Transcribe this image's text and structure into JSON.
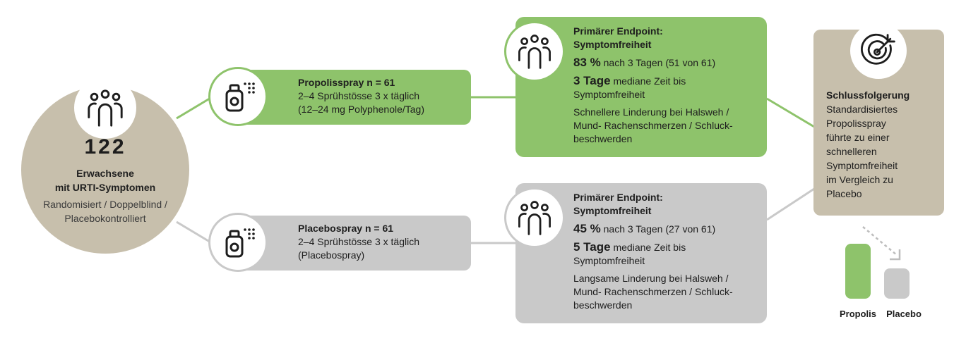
{
  "population": {
    "count": "122",
    "title_line1": "Erwachsene",
    "title_line2": "mit URTI-Symptomen",
    "design_line1": "Randomisiert / Doppelblind /",
    "design_line2": "Placebokontrolliert"
  },
  "arms": [
    {
      "title": "Propolisspray n = 61",
      "line1": "2–4 Sprühstösse 3 x täglich",
      "line2": "(12–24 mg Polyphenole/Tag)",
      "color": "#8ec36b"
    },
    {
      "title": "Placebospray n = 61",
      "line1": "2–4 Sprühstösse 3 x täglich",
      "line2": "(Placebospray)",
      "color": "#c9c9c9"
    }
  ],
  "endpoints": [
    {
      "heading_line1": "Primärer Endpoint:",
      "heading_line2": "Symptomfreiheit",
      "stat1_value": "83 %",
      "stat1_text": "nach 3 Tagen (51 von 61)",
      "stat2_value": "3 Tage",
      "stat2_text": "mediane Zeit bis",
      "stat2_text_line2": "Symptomfreiheit",
      "desc_line1": "Schnellere Linderung bei Halsweh /",
      "desc_line2": "Mund- Rachenschmerzen / Schluck-",
      "desc_line3": "beschwerden"
    },
    {
      "heading_line1": "Primärer Endpoint:",
      "heading_line2": "Symptomfreiheit",
      "stat1_value": "45 %",
      "stat1_text": "nach 3 Tagen (27 von 61)",
      "stat2_value": "5 Tage",
      "stat2_text": "mediane Zeit bis",
      "stat2_text_line2": "Symptomfreiheit",
      "desc_line1": "Langsame Linderung bei Halsweh /",
      "desc_line2": "Mund- Rachenschmerzen / Schluck-",
      "desc_line3": "beschwerden"
    }
  ],
  "conclusion": {
    "heading": "Schlussfolgerung",
    "lines": [
      "Standardisiertes",
      "Propolisspray",
      "führte zu einer",
      "schnelleren",
      "Symptomfreiheit",
      "im Vergleich zu",
      "Placebo"
    ]
  },
  "legend": {
    "propolis_label": "Propolis",
    "placebo_label": "Placebo",
    "propolis_color": "#8ec36b",
    "placebo_color": "#c9c9c9"
  },
  "icons": {
    "group": "people-group-icon",
    "spray": "spray-bottle-icon",
    "target": "target-arrow-icon"
  }
}
